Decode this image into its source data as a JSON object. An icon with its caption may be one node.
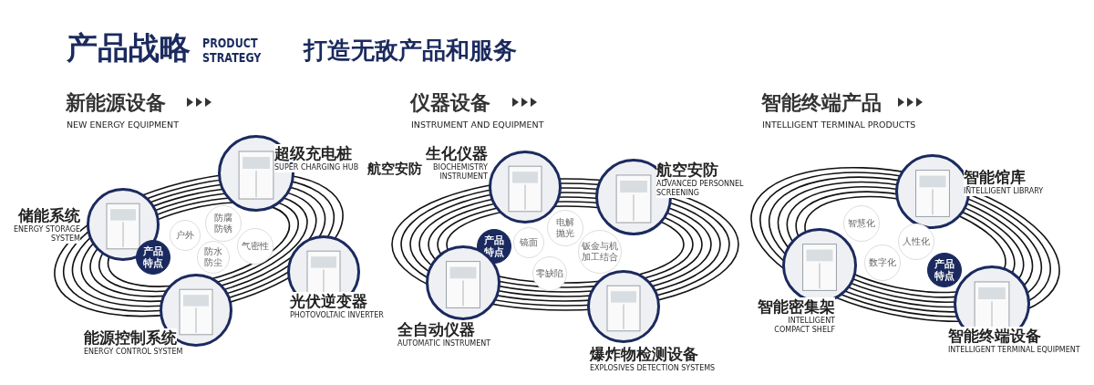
{
  "diagram": {
    "title": "产品战略",
    "nodes": [
      {
        "text": [
          "储能系统",
          "ENERGY STORAGE SYSTEM"
        ]
      },
      {
        "text": [
          "超级充电桩",
          "SUPER CHARGING HUB"
        ]
      },
      {
        "text": [
          "产品特点"
        ]
      },
      {
        "text": [
          "户外"
        ]
      },
      {
        "text": [
          "防腐防锈"
        ]
      },
      {
        "text": [
          "防水防尘"
        ]
      },
      {
        "text": [
          "气密性"
        ]
      },
      {
        "text": [
          "光伏逆变器",
          "PHOTOVOLTAIC INVERTER"
        ]
      },
      {
        "text": [
          "能源控制系统",
          "ENERGY CONTROL SYSTEM"
        ]
      },
      {
        "text": [
          "生化仪器",
          "BIOCHEMISTRY INSTRUMENT"
        ],
        "beside": [
          "航空安防"
        ]
      },
      {
        "text": [
          "航空安防",
          "ADVANCED PERSONNEL SCREENING"
        ]
      },
      {
        "text": [
          "产品特点"
        ]
      },
      {
        "text": [
          "镜面"
        ]
      },
      {
        "text": [
          "电解抛光"
        ]
      },
      {
        "text": [
          "零缺陷"
        ]
      },
      {
        "text": [
          "钣金与机加工结合"
        ]
      },
      {
        "text": [
          "全自动仪器",
          "AUTOMATIC INSTRUMENT"
        ]
      },
      {
        "text": [
          "爆炸物检测设备",
          "EXPLOSIVES DETECTION SYSTEMS"
        ]
      },
      {
        "text": [
          "智能馆库",
          "INTELLIGENT LIBRARY"
        ]
      },
      {
        "text": [
          "智慧化"
        ]
      },
      {
        "text": [
          "人性化"
        ]
      },
      {
        "text": [
          "数字化"
        ]
      },
      {
        "text": [
          "产品特点"
        ]
      },
      {
        "text": [
          "智能密集架",
          "INTELLIGENT COMPACT SHELF"
        ]
      },
      {
        "text": [
          "智能终端设备",
          "INTELLIGENT TERMINAL EQUIPMENT"
        ]
      }
    ],
    "labels": [
      "PRODUCT STRATEGY",
      "打造无敌产品和服务",
      "新能源设备",
      "NEW ENERGY EQUIPMENT",
      "仪器设备",
      "INSTRUMENT AND EQUIPMENT",
      "智能终端产品",
      "INTELLIGENT TERMINAL PRODUCTS"
    ]
  }
}
